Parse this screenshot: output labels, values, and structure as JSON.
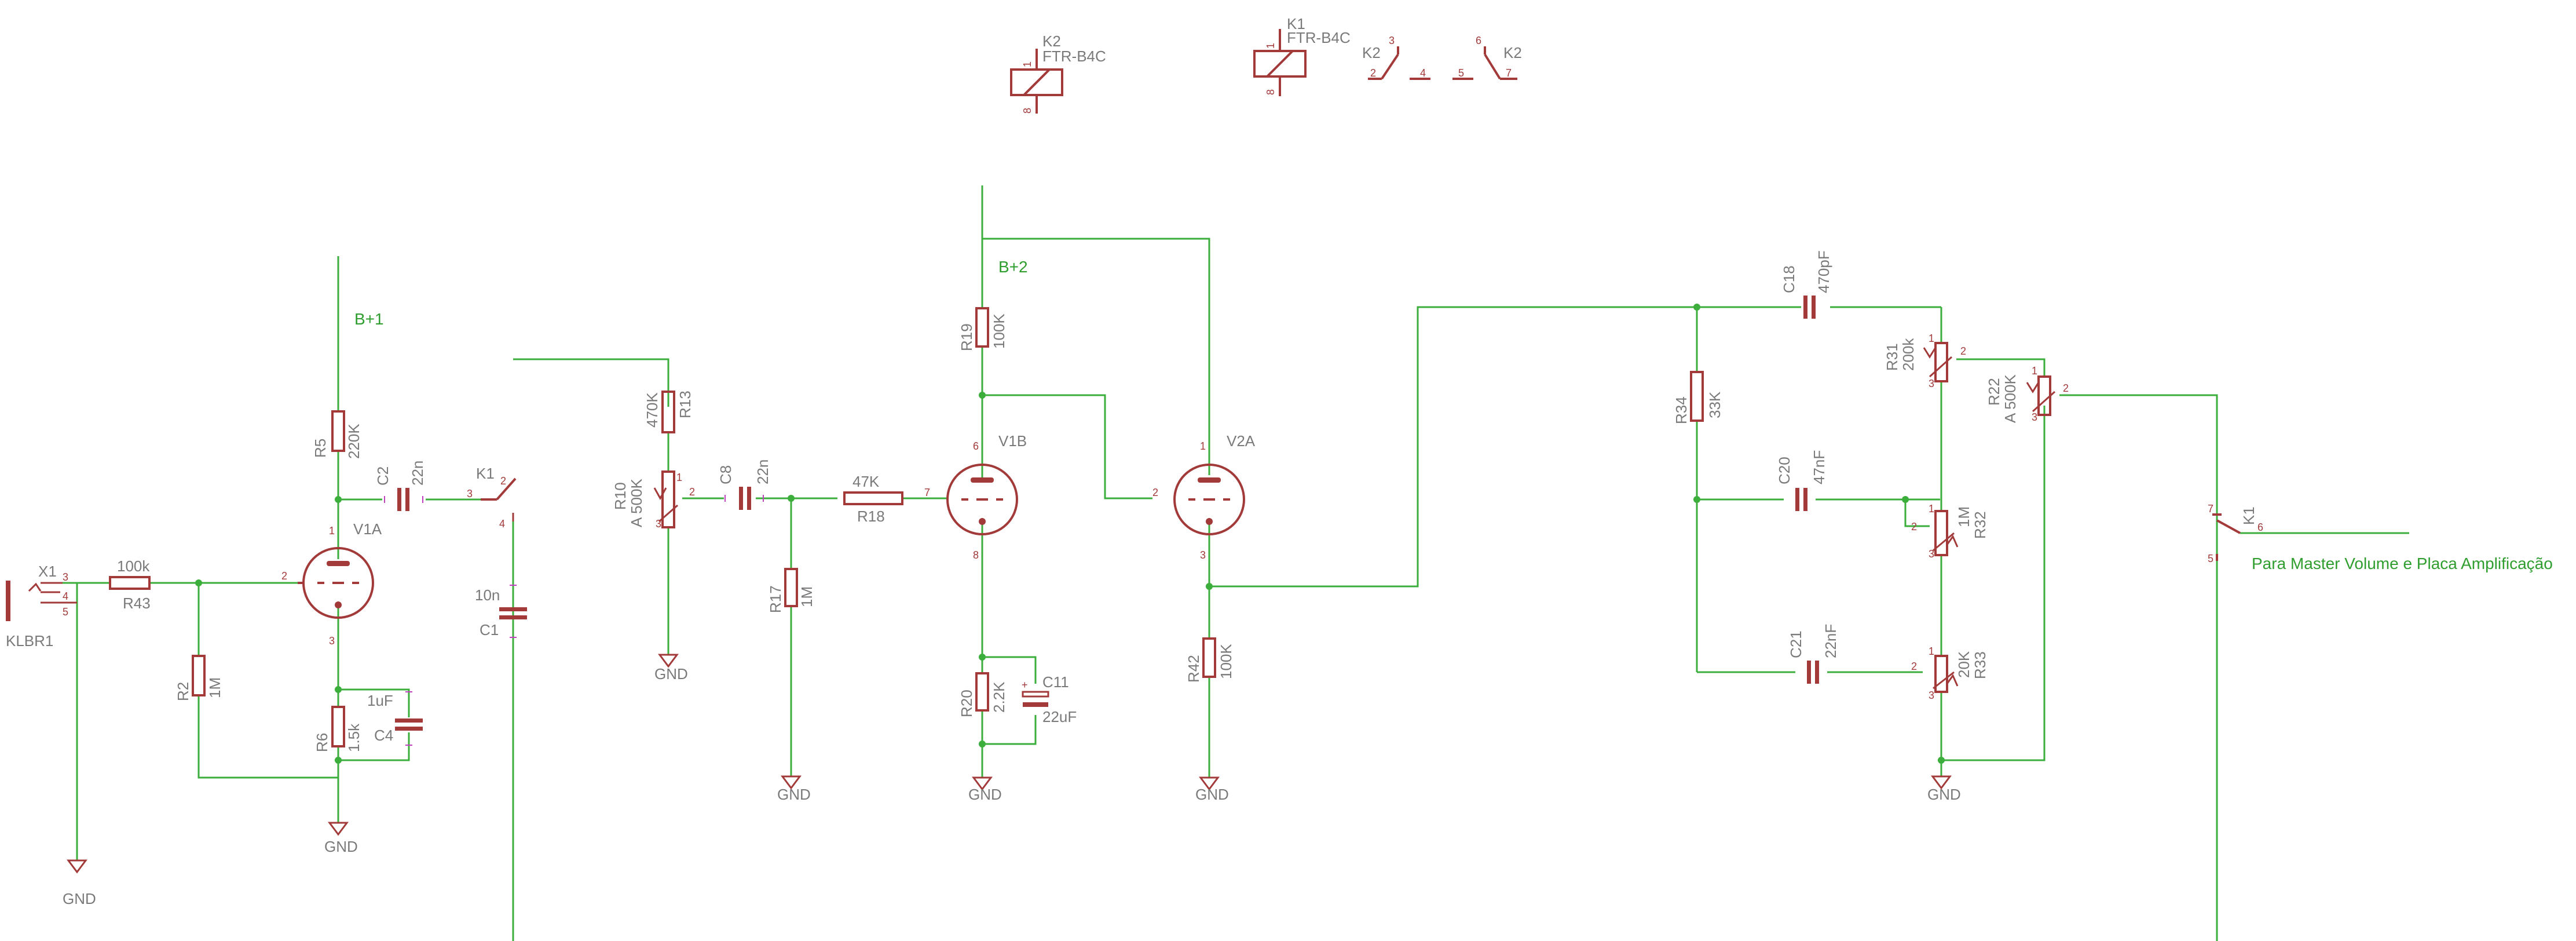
{
  "nets": {
    "b1": "B+1",
    "b2": "B+2",
    "gnd": "GND",
    "out_label": "Para Master Volume e Placa Amplificação"
  },
  "relays": {
    "k2": {
      "name": "K2",
      "part": "FTR-B4C"
    },
    "k1": {
      "name": "K1",
      "part": "FTR-B4C"
    }
  },
  "contacts": {
    "k2a": "K2",
    "k2b": "K2",
    "k1a": "K1",
    "k1b": "K1"
  },
  "input": {
    "name": "X1",
    "connector": "KLBR1"
  },
  "tubes": {
    "v1a": "V1A",
    "v1b": "V1B",
    "v2a": "V2A"
  },
  "components": {
    "r43": {
      "name": "R43",
      "value": "100k"
    },
    "r2": {
      "name": "R2",
      "value": "1M"
    },
    "r5": {
      "name": "R5",
      "value": "220K"
    },
    "r6": {
      "name": "R6",
      "value": "1.5k"
    },
    "c4": {
      "name": "C4",
      "value": "1uF"
    },
    "c2": {
      "name": "C2",
      "value": "22n"
    },
    "c1": {
      "name": "C1",
      "value": "10n"
    },
    "r13": {
      "name": "R13",
      "value": "470K"
    },
    "r10": {
      "name": "R10",
      "value": "A 500K"
    },
    "c8": {
      "name": "C8",
      "value": "22n"
    },
    "r17": {
      "name": "R17",
      "value": "1M"
    },
    "r18": {
      "name": "R18",
      "value": "47K"
    },
    "r19": {
      "name": "R19",
      "value": "100K"
    },
    "r20": {
      "name": "R20",
      "value": "2.2K"
    },
    "c11": {
      "name": "C11",
      "value": "22uF"
    },
    "r42": {
      "name": "R42",
      "value": "100K"
    },
    "c18": {
      "name": "C18",
      "value": "470pF"
    },
    "r34": {
      "name": "R34",
      "value": "33K"
    },
    "c20": {
      "name": "C20",
      "value": "47nF"
    },
    "c21": {
      "name": "C21",
      "value": "22nF"
    },
    "r31": {
      "name": "R31",
      "value": "200k"
    },
    "r32": {
      "name": "R32",
      "value": "1M"
    },
    "r33": {
      "name": "R33",
      "value": "20K"
    },
    "r22": {
      "name": "R22",
      "value": "A 500K"
    }
  },
  "pins": {
    "p1": "1",
    "p2": "2",
    "p3": "3",
    "p4": "4",
    "p5": "5",
    "p6": "6",
    "p7": "7",
    "p8": "8"
  }
}
